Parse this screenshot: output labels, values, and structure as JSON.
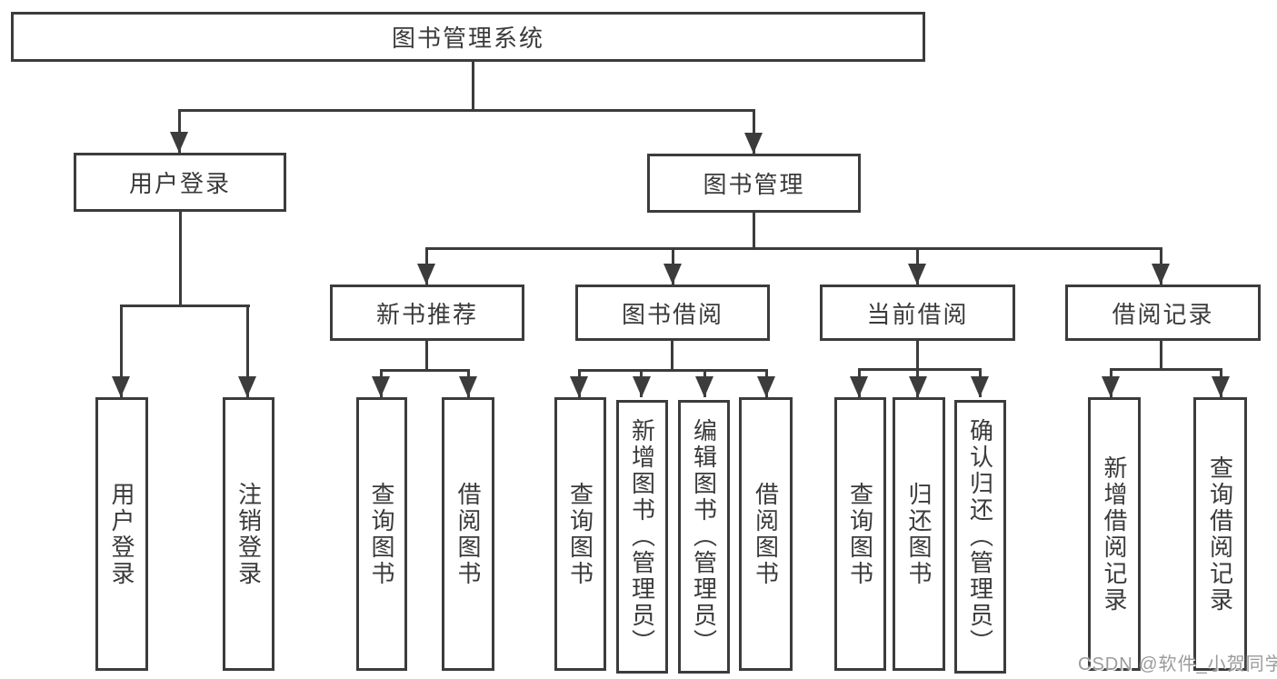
{
  "tree": {
    "root": {
      "label": "图书管理系统"
    },
    "branches": [
      {
        "label": "用户登录",
        "children": [
          {
            "label": "用户登录"
          },
          {
            "label": "注销登录"
          }
        ]
      },
      {
        "label": "图书管理",
        "children": [
          {
            "label": "新书推荐",
            "children": [
              {
                "label": "查询图书"
              },
              {
                "label": "借阅图书"
              }
            ]
          },
          {
            "label": "图书借阅",
            "children": [
              {
                "label": "查询图书"
              },
              {
                "label": "新增图书（管理员）"
              },
              {
                "label": "编辑图书（管理员）"
              },
              {
                "label": "借阅图书"
              }
            ]
          },
          {
            "label": "当前借阅",
            "children": [
              {
                "label": "查询图书"
              },
              {
                "label": "归还图书"
              },
              {
                "label": "确认归还（管理员）"
              }
            ]
          },
          {
            "label": "借阅记录",
            "children": [
              {
                "label": "新增借阅记录"
              },
              {
                "label": "查询借阅记录"
              }
            ]
          }
        ]
      }
    ]
  },
  "watermark": {
    "text": "CSDN @软件_小贺同学"
  },
  "colors": {
    "line": "#3c3c3c",
    "text": "#3a3a3a",
    "box_fill": "#ffffff",
    "watermark": "#9b9b9b",
    "background": "#ffffff"
  }
}
